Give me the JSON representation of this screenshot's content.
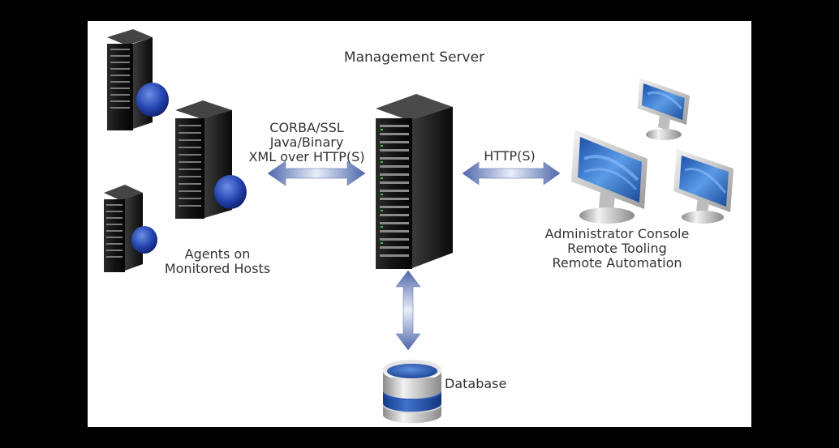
{
  "title": "Management Server",
  "protocols_left": [
    "CORBA/SSL",
    "Java/Binary",
    "XML over HTTP(S)"
  ],
  "protocols_right": [
    "HTTP(S)"
  ],
  "agents_label": [
    "Agents on",
    "Monitored Hosts"
  ],
  "consoles_label": [
    "Administrator Console",
    "Remote Tooling",
    "Remote Automation"
  ],
  "database_label": "Database",
  "colors": {
    "background": "#000000",
    "canvas": "#ffffff",
    "text": "#333333",
    "server_dark": "#141414",
    "agent_blue": "#1f3fa6",
    "arrow_blue": "#5b75b5",
    "screen_blue": "#2f6bc4",
    "database_blue": "#1e4fa3"
  }
}
